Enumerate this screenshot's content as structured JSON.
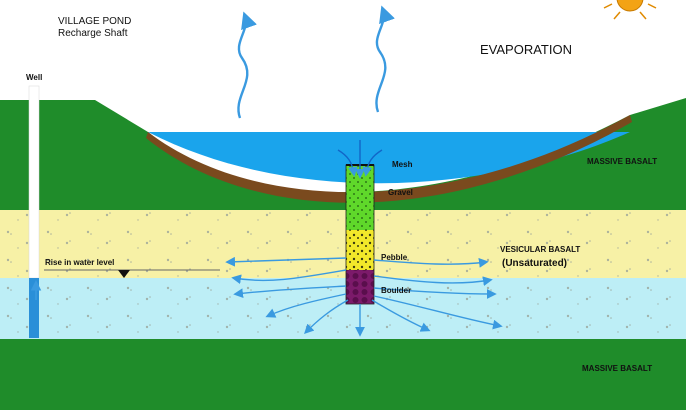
{
  "title": {
    "line1": "VILLAGE POND",
    "line2": "Recharge Shaft"
  },
  "labels": {
    "evaporation": "EVAPORATION",
    "well": "Well",
    "massive_basalt_top": "MASSIVE BASALT",
    "massive_basalt_bottom": "MASSIVE BASALT",
    "vesicular_basalt": "VESICULAR BASALT",
    "unsaturated": "(Unsaturated)",
    "rise_in_water_level": "Rise in water level",
    "mesh": "Mesh",
    "gravel": "Gravel",
    "pebble": "Pebble",
    "boulder": "Boulder"
  },
  "colors": {
    "massive_basalt": "#1f8c2a",
    "vesicular_basalt": "#f7f1a6",
    "saturated_zone": "#bdeef6",
    "pond_water": "#1aa4ec",
    "pond_bed": "#7a4a1e",
    "gravel": "#5fd82a",
    "pebble": "#f2e82a",
    "boulder": "#7c1a6a",
    "flow_arrow": "#3a9ae0",
    "sun": "#f3a315"
  }
}
